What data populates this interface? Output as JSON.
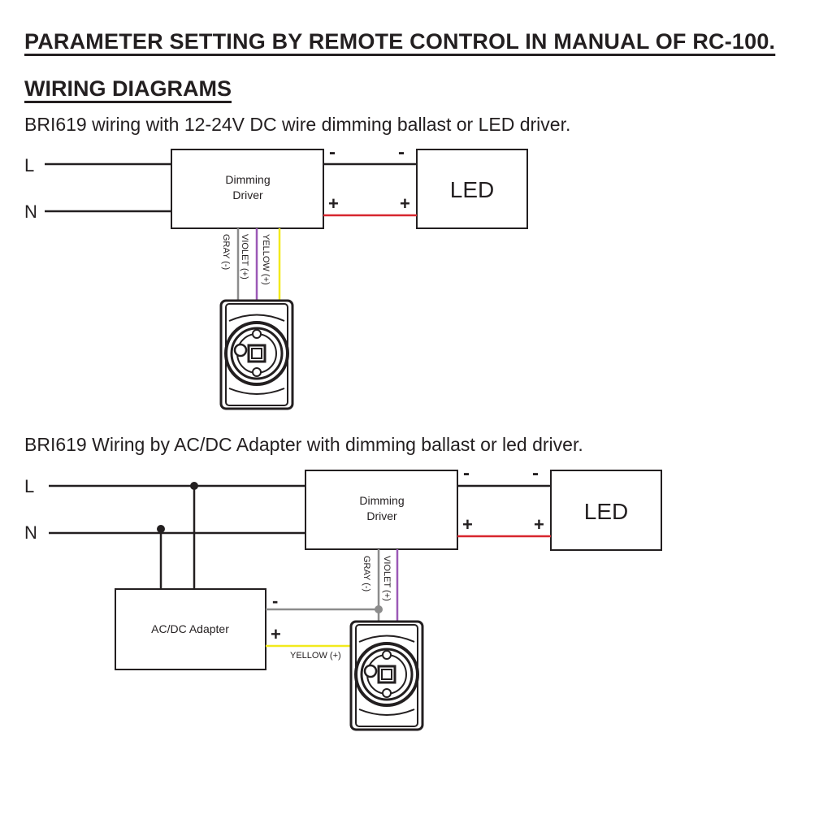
{
  "page": {
    "title": "PARAMETER SETTING BY REMOTE CONTROL IN MANUAL OF RC-100.",
    "section": "WIRING DIAGRAMS"
  },
  "diagram1": {
    "caption": "BRI619 wiring with 12-24V DC wire dimming ballast or LED driver.",
    "line_label": "L",
    "neutral_label": "N",
    "driver_line1": "Dimming",
    "driver_line2": "Driver",
    "led_label": "LED",
    "minus_driver": "-",
    "minus_led": "-",
    "plus_driver": "+",
    "plus_led": "+",
    "gray_label": "GRAY (-)",
    "violet_label": "VIOLET (+)",
    "yellow_label": "YELLOW (+)"
  },
  "diagram2": {
    "caption": "BRI619 Wiring by AC/DC Adapter with dimming ballast or led driver.",
    "line_label": "L",
    "neutral_label": "N",
    "driver_line1": "Dimming",
    "driver_line2": "Driver",
    "led_label": "LED",
    "minus_driver": "-",
    "minus_led": "-",
    "plus_driver": "+",
    "plus_led": "+",
    "gray_label": "GRAY (-)",
    "violet_label": "VIOLET (+)",
    "yellow_label": "YELLOW (+)",
    "adapter_label": "AC/DC Adapter",
    "adapter_minus": "-",
    "adapter_plus": "+"
  },
  "colors": {
    "ink": "#231f20",
    "red_wire": "#d7262e",
    "gray_wire": "#8c8c8c",
    "violet_wire": "#9b59b6",
    "yellow_wire": "#f2ea1c"
  }
}
